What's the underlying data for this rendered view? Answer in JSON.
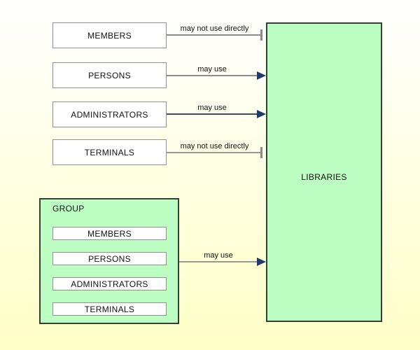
{
  "entities": {
    "members": {
      "label": "MEMBERS"
    },
    "persons": {
      "label": "PERSONS"
    },
    "administrators": {
      "label": "ADMINISTRATORS"
    },
    "terminals": {
      "label": "TERMINALS"
    },
    "libraries": {
      "label": "LIBRARIES"
    },
    "group": {
      "label": "GROUP",
      "children": [
        {
          "label": "MEMBERS"
        },
        {
          "label": "PERSONS"
        },
        {
          "label": "ADMINISTRATORS"
        },
        {
          "label": "TERMINALS"
        }
      ]
    }
  },
  "connectors": [
    {
      "from": "MEMBERS",
      "to": "LIBRARIES",
      "label": "may not use directly",
      "end": "blocked"
    },
    {
      "from": "PERSONS",
      "to": "LIBRARIES",
      "label": "may use",
      "end": "arrow"
    },
    {
      "from": "ADMINISTRATORS",
      "to": "LIBRARIES",
      "label": "may use",
      "end": "arrow"
    },
    {
      "from": "TERMINALS",
      "to": "LIBRARIES",
      "label": "may not use directly",
      "end": "blocked"
    },
    {
      "from": "GROUP",
      "to": "LIBRARIES",
      "label": "may use",
      "end": "arrow"
    }
  ],
  "colors": {
    "background_top": "#fffffe",
    "background_bottom": "#ffffc8",
    "green_box_fill": "#bdfec2",
    "green_box_border": "#344034",
    "white_box_border": "#919191",
    "connector_gray": "#8c8c8c",
    "connector_dark": "#3e4c5a",
    "arrowhead_navy": "#1d3c6e",
    "text": "#111111"
  }
}
